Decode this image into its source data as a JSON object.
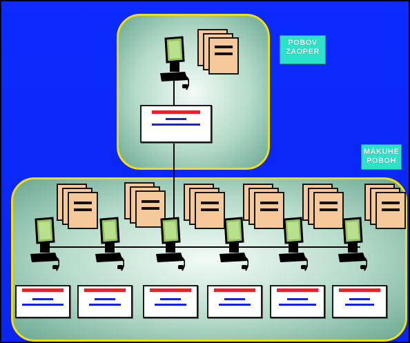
{
  "labels": {
    "top_tag": [
      "POBOV",
      "ZAOPER"
    ],
    "bottom_tag": [
      "MAKUHE",
      "POBOH"
    ]
  },
  "colors": {
    "background": "#0b2bff",
    "panel_border": "#f2e000",
    "tag_fill": "#2be3c9",
    "card_bar": "#ee1f2c",
    "card_text": "#1322e8",
    "document": "#f5c99a",
    "monitor": "#8fc35c"
  },
  "icons": [
    "computer-terminal-icon",
    "document-stack-icon"
  ]
}
